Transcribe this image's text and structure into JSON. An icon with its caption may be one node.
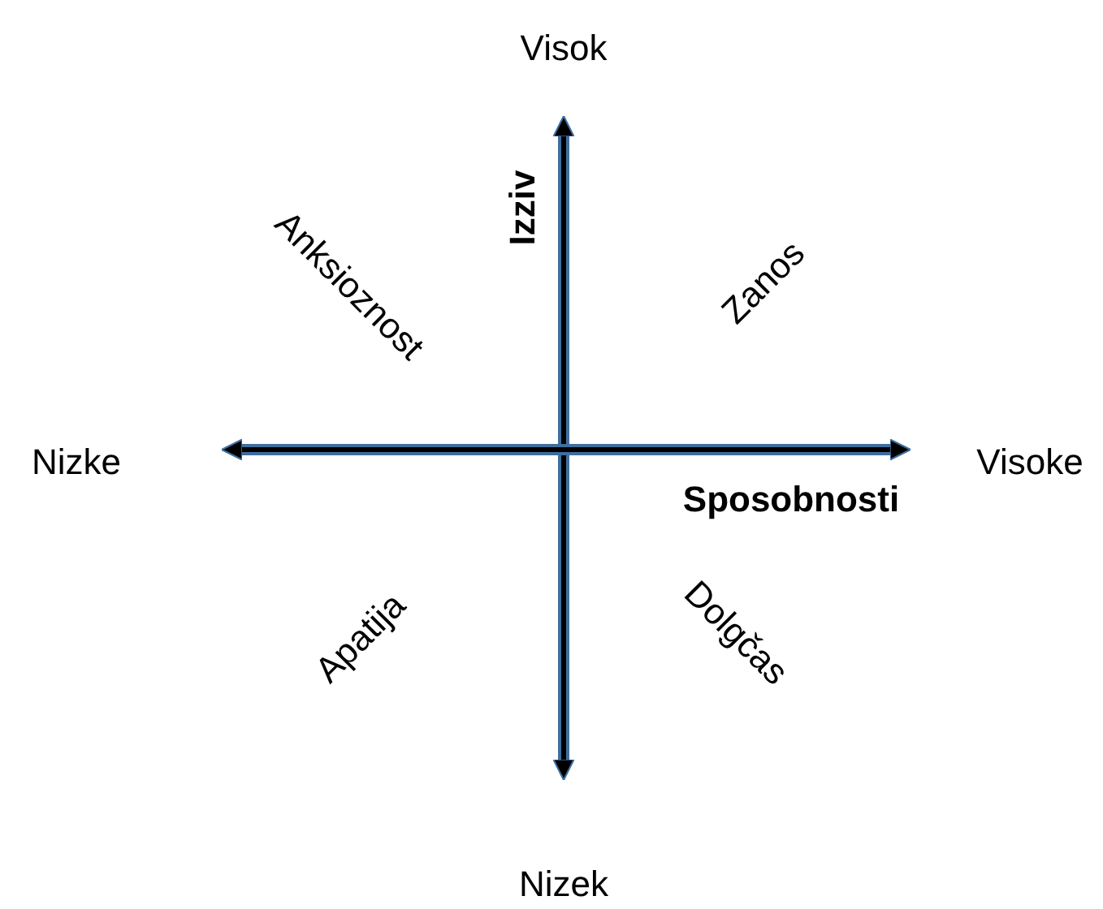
{
  "diagram": {
    "labels": [
      "Visok",
      "Izziv",
      "Anksioznost",
      "Zanos",
      "Nizke",
      "Visoke",
      "Sposobnosti",
      "Apatija",
      "Dolgčas",
      "Nizek"
    ]
  }
}
